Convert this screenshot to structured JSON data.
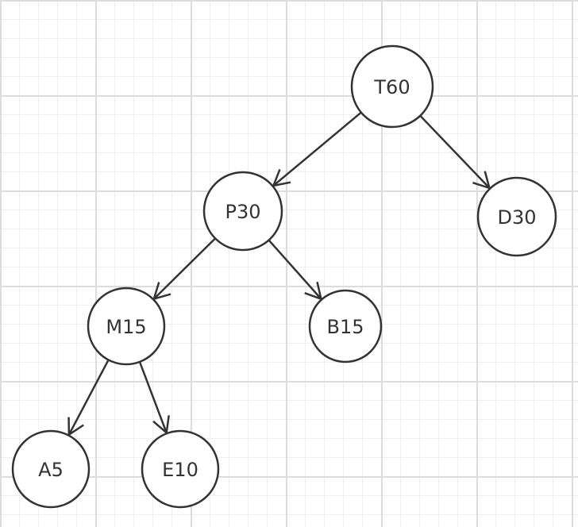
{
  "diagram": {
    "type": "tree",
    "nodes": [
      {
        "id": "T60",
        "label": "T60"
      },
      {
        "id": "P30",
        "label": "P30"
      },
      {
        "id": "D30",
        "label": "D30"
      },
      {
        "id": "M15",
        "label": "M15"
      },
      {
        "id": "B15",
        "label": "B15"
      },
      {
        "id": "A5",
        "label": "A5"
      },
      {
        "id": "E10",
        "label": "E10"
      }
    ],
    "edges": [
      {
        "from": "T60",
        "to": "P30"
      },
      {
        "from": "T60",
        "to": "D30"
      },
      {
        "from": "P30",
        "to": "M15"
      },
      {
        "from": "P30",
        "to": "B15"
      },
      {
        "from": "M15",
        "to": "A5"
      },
      {
        "from": "M15",
        "to": "E10"
      }
    ],
    "colors": {
      "stroke": "#333333",
      "node_fill": "#ffffff",
      "grid_major": "#dcdcdc",
      "grid_minor": "#efefef"
    }
  }
}
